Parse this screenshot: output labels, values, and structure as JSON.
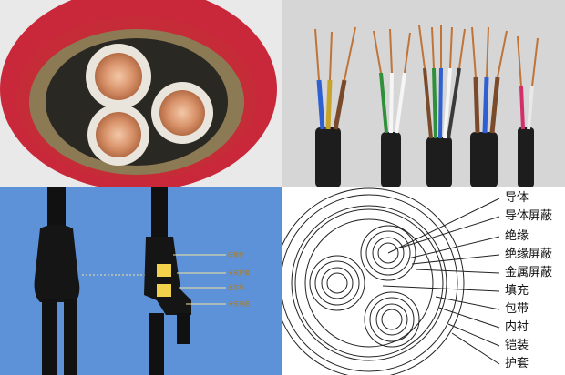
{
  "panels": {
    "cable_photo": {
      "icon": "red-sheathed-3-core-cable"
    },
    "wires_photo": {
      "icon": "multi-core-wires"
    },
    "branch_diagram": {
      "icon": "branch-cable-joint",
      "labels": [
        "压接件",
        "分支护套",
        "主芯线",
        "分支电缆"
      ]
    },
    "cross_section": {
      "labels": [
        "导体",
        "导体屏蔽",
        "绝缘",
        "绝缘屏蔽",
        "金属屏蔽",
        "填充",
        "包带",
        "内衬",
        "铠装",
        "护套"
      ]
    }
  }
}
